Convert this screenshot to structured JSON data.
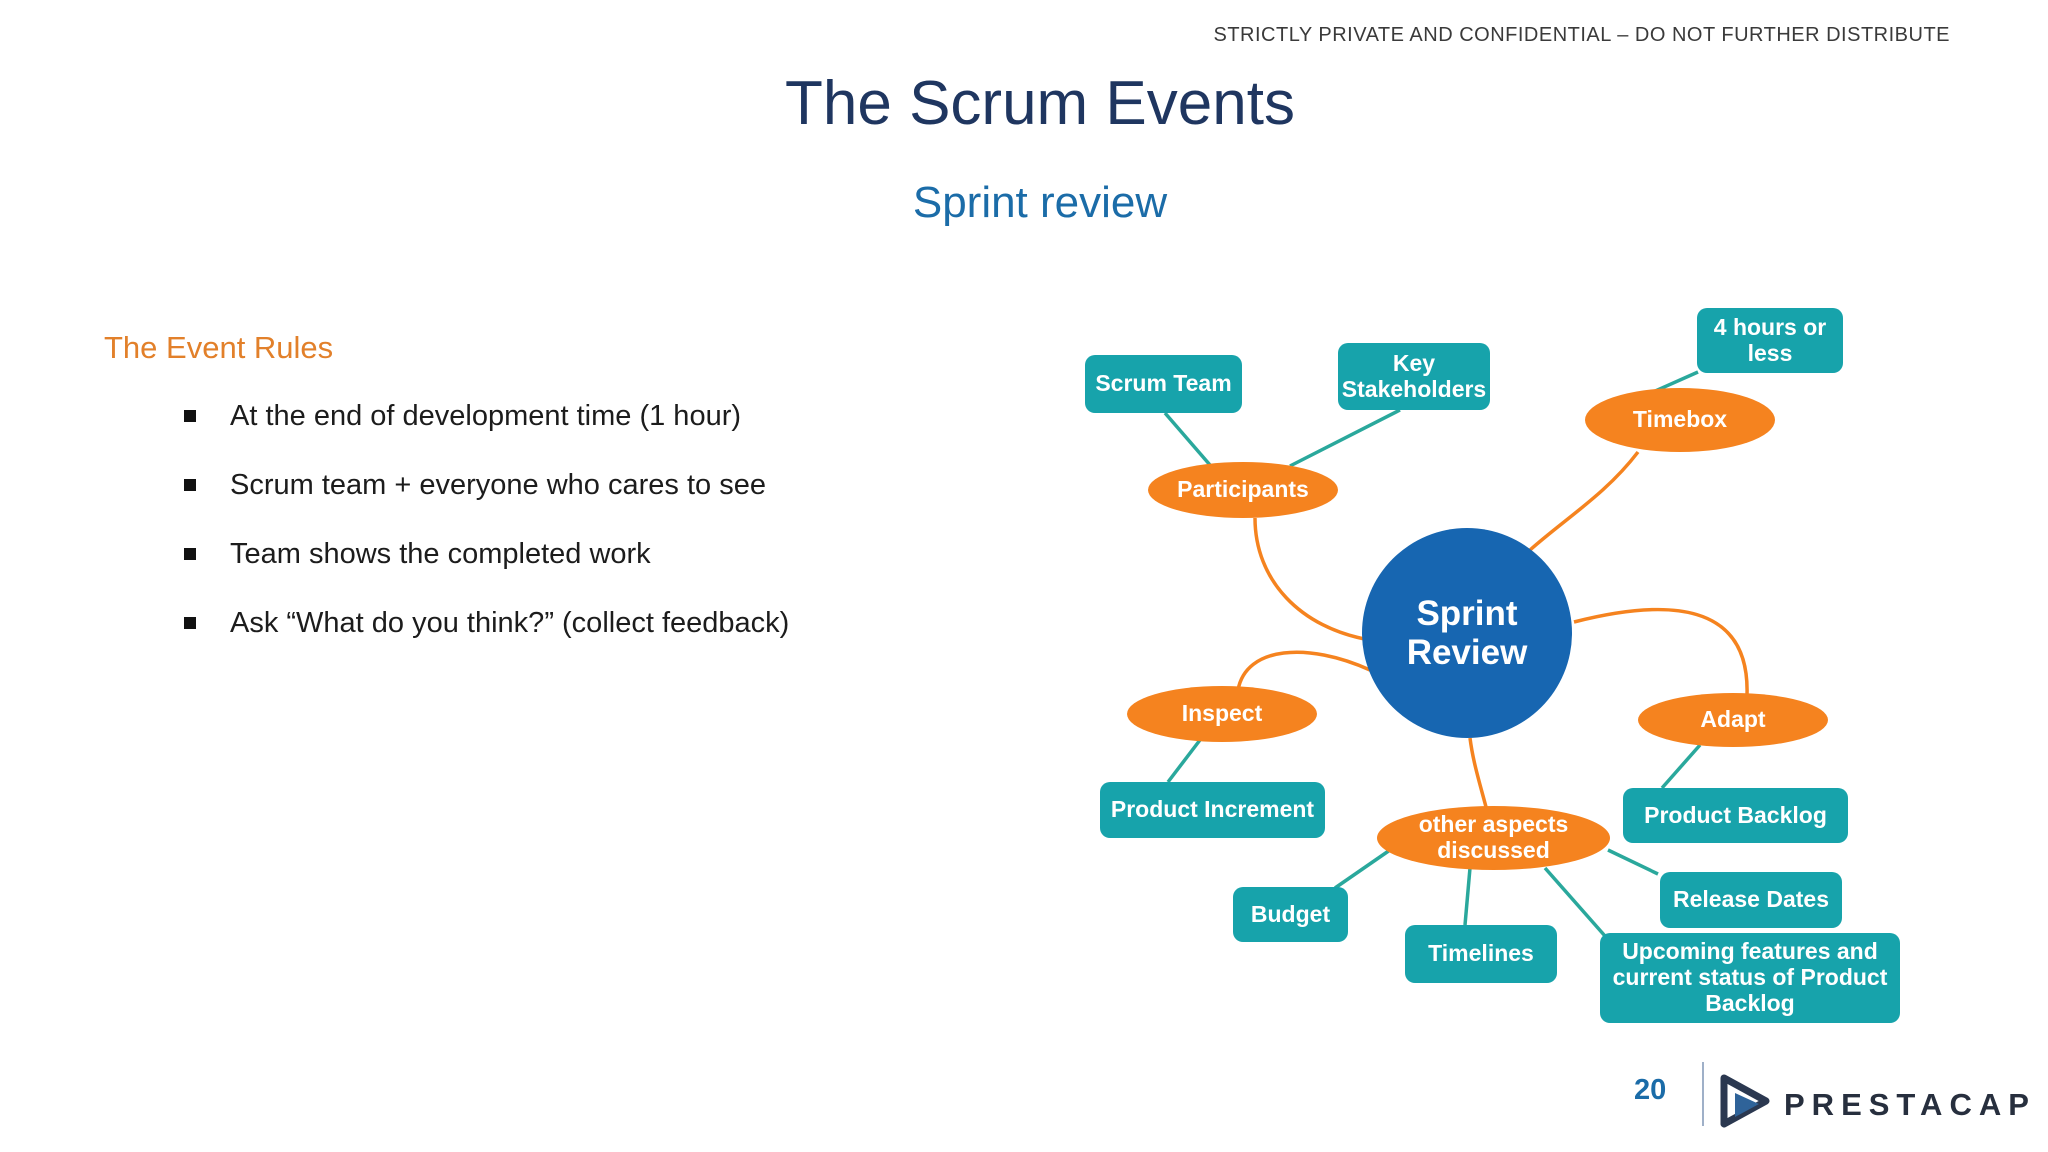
{
  "header": {
    "confidential": "STRICTLY PRIVATE AND CONFIDENTIAL – DO NOT FURTHER DISTRIBUTE"
  },
  "title": "The Scrum Events",
  "subtitle": "Sprint review",
  "content": {
    "heading": "The Event Rules",
    "bullets": [
      "At the end of development time (1 hour)",
      "Scrum team + everyone who cares to see",
      "Team shows the completed work",
      "Ask “What do you think?” (collect feedback)"
    ]
  },
  "diagram": {
    "center": "Sprint Review",
    "scrum_team": "Scrum Team",
    "key_stakeholders": "Key Stakeholders",
    "four_hours": "4 hours or less",
    "timebox": "Timebox",
    "participants": "Participants",
    "inspect": "Inspect",
    "adapt": "Adapt",
    "product_increment": "Product Increment",
    "product_backlog": "Product Backlog",
    "other_aspects": "other aspects discussed",
    "budget": "Budget",
    "timelines": "Timelines",
    "release_dates": "Release Dates",
    "upcoming": "Upcoming features and current status of Product Backlog"
  },
  "footer": {
    "page_number": "20",
    "logo_text": "PRESTACAP"
  },
  "colors": {
    "teal": "#17a3ab",
    "teal_line": "#2aa89c",
    "orange": "#f5831f",
    "center_blue": "#1766b1",
    "title_navy": "#1f3660",
    "subtitle_blue": "#1b6ca8",
    "heading_orange": "#e2802a",
    "logo_navy": "#272f3e"
  }
}
